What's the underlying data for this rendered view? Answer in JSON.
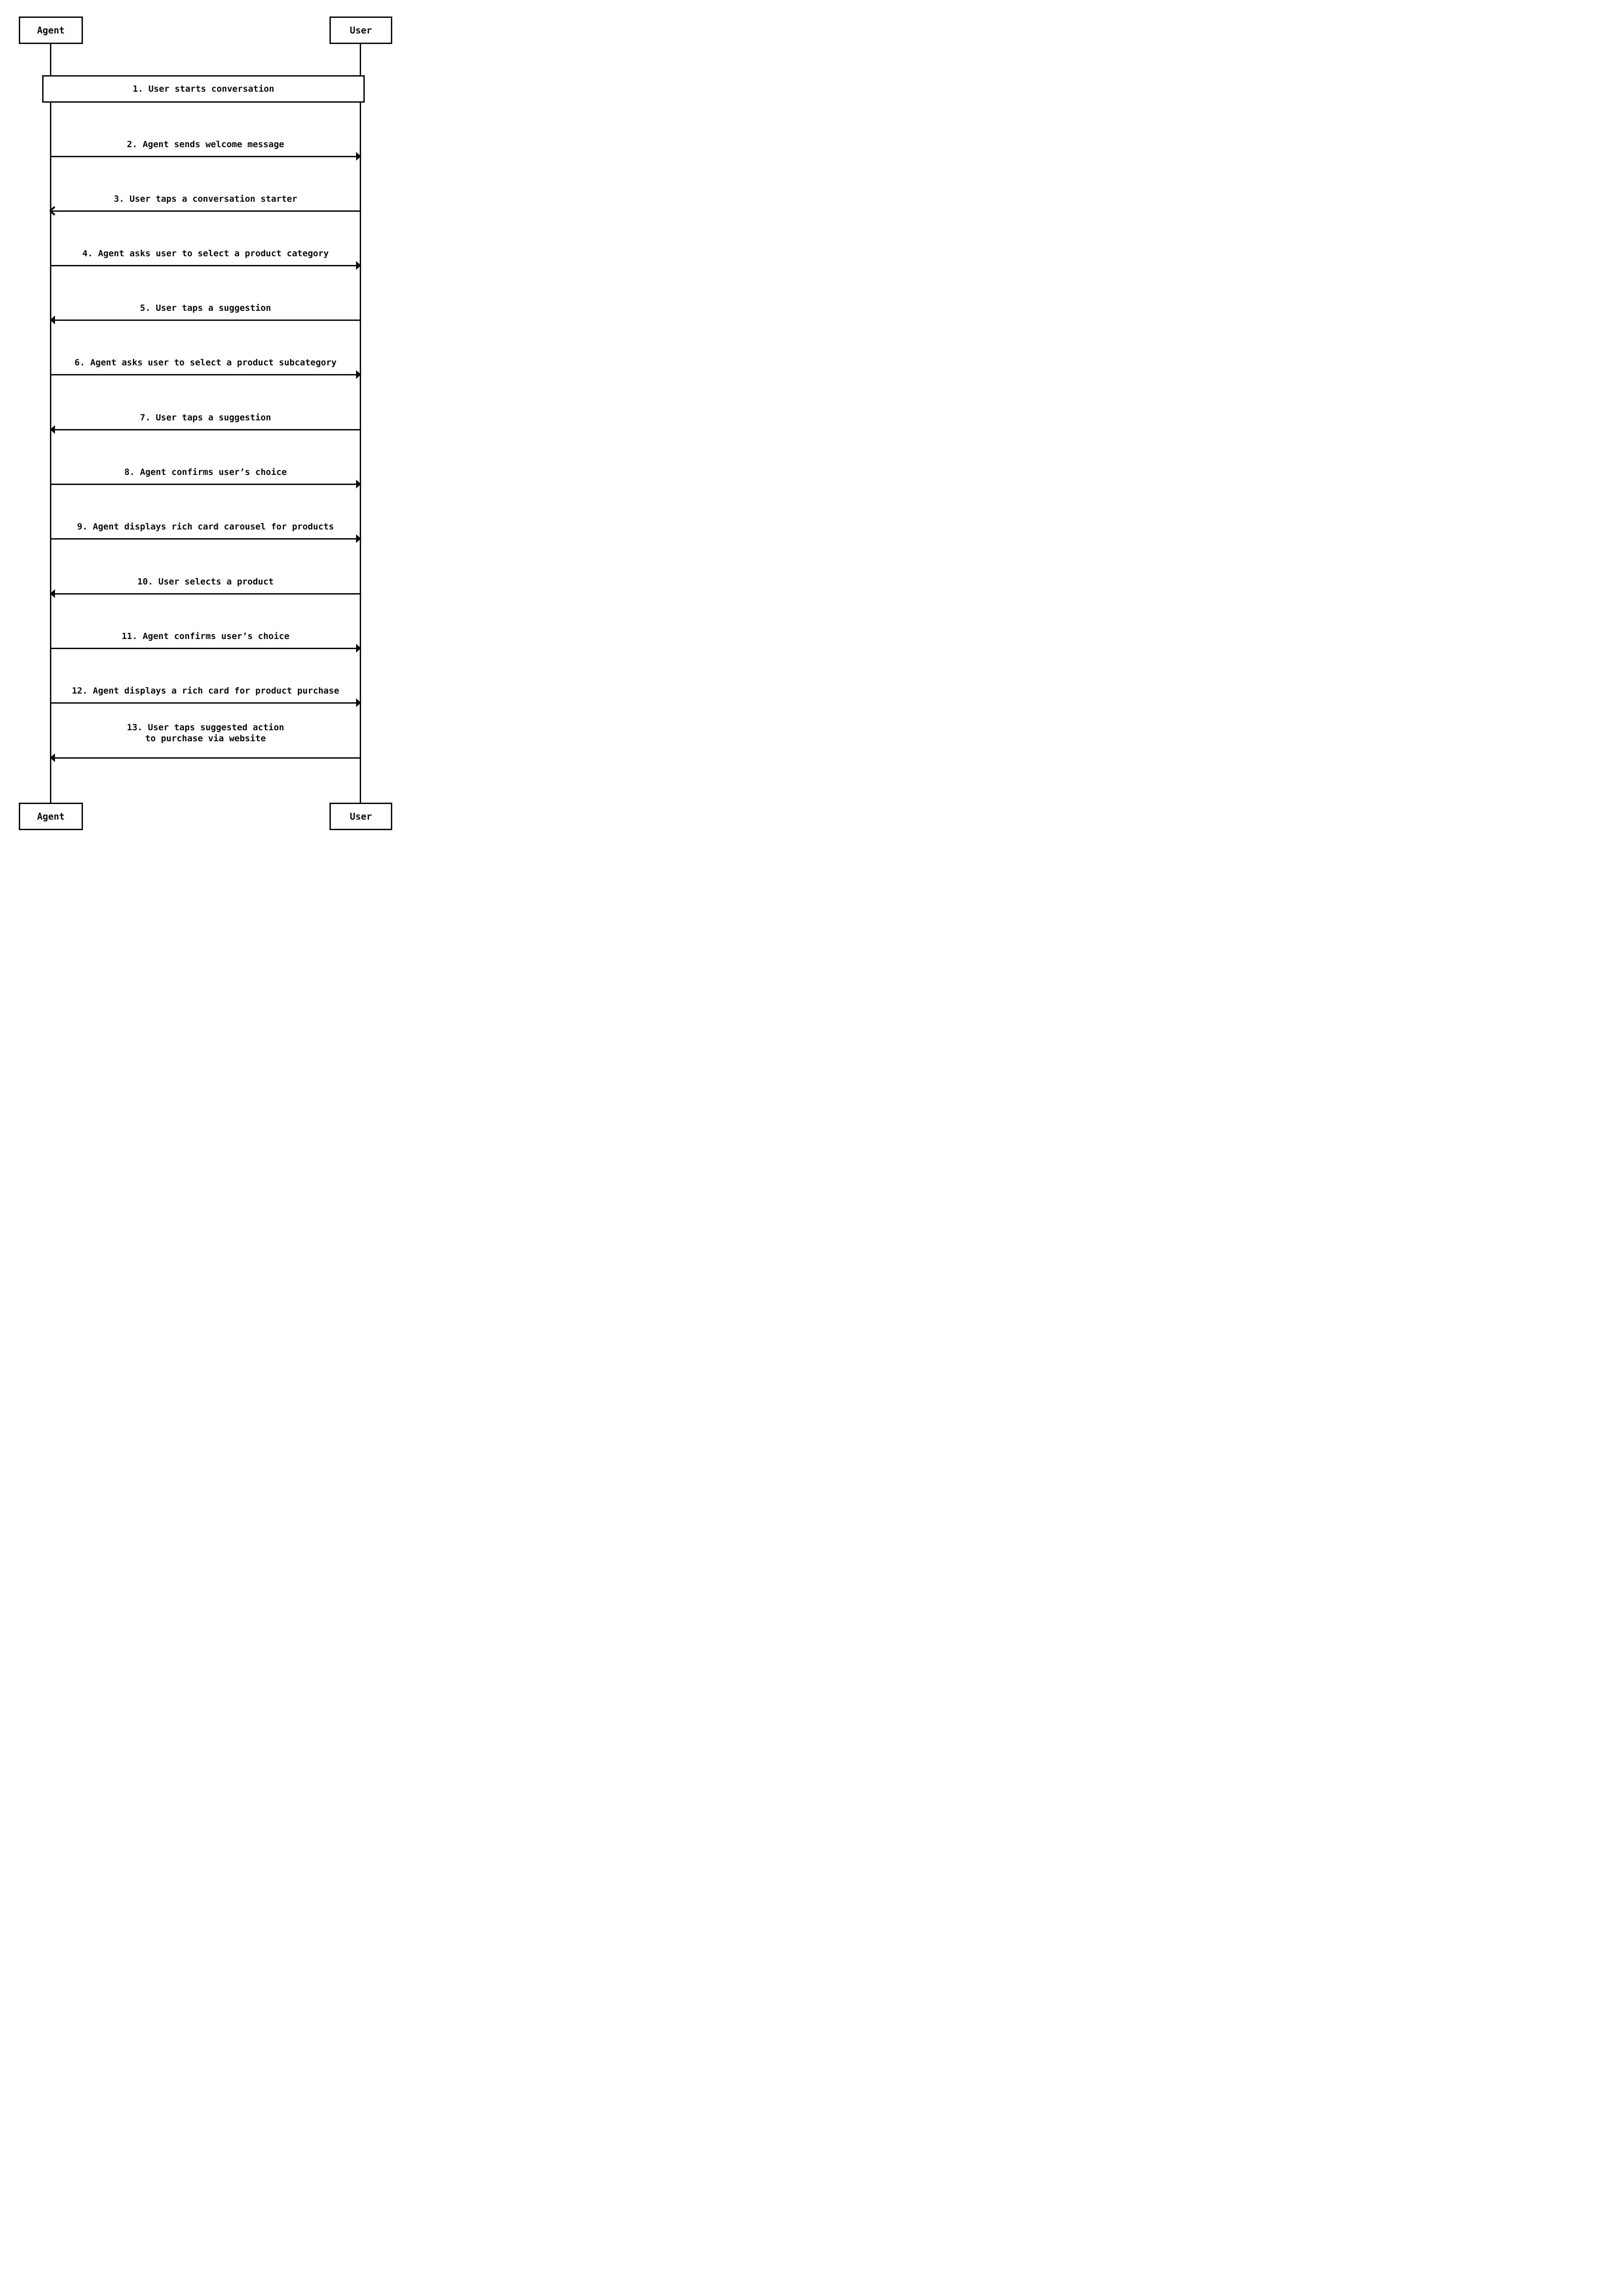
{
  "diagram": {
    "type": "sequence",
    "colors": {
      "stroke": "#0b0b0b",
      "background": "#ffffff"
    },
    "actors": [
      {
        "id": "agent",
        "label": "Agent"
      },
      {
        "id": "user",
        "label": "User"
      }
    ],
    "banner": {
      "text": "1. User starts conversation"
    },
    "messages": [
      {
        "num": "2",
        "text": "2. Agent sends welcome message",
        "from": "Agent",
        "to": "User",
        "direction": "right",
        "arrowhead": "filled"
      },
      {
        "num": "3",
        "text": "3. User taps a conversation starter",
        "from": "User",
        "to": "Agent",
        "direction": "left",
        "arrowhead": "open"
      },
      {
        "num": "4",
        "text": "4. Agent asks user to select a product category",
        "from": "Agent",
        "to": "User",
        "direction": "right",
        "arrowhead": "filled"
      },
      {
        "num": "5",
        "text": "5. User taps a suggestion",
        "from": "User",
        "to": "Agent",
        "direction": "left",
        "arrowhead": "filled"
      },
      {
        "num": "6",
        "text": "6. Agent asks user to select a product subcategory",
        "from": "Agent",
        "to": "User",
        "direction": "right",
        "arrowhead": "filled"
      },
      {
        "num": "7",
        "text": "7. User taps a suggestion",
        "from": "User",
        "to": "Agent",
        "direction": "left",
        "arrowhead": "filled"
      },
      {
        "num": "8",
        "text": "8. Agent confirms user’s choice",
        "from": "Agent",
        "to": "User",
        "direction": "right",
        "arrowhead": "filled"
      },
      {
        "num": "9",
        "text": "9. Agent displays rich card carousel for products",
        "from": "Agent",
        "to": "User",
        "direction": "right",
        "arrowhead": "filled"
      },
      {
        "num": "10",
        "text": "10. User selects a product",
        "from": "User",
        "to": "Agent",
        "direction": "left",
        "arrowhead": "filled"
      },
      {
        "num": "11",
        "text": "11. Agent confirms user’s choice",
        "from": "Agent",
        "to": "User",
        "direction": "right",
        "arrowhead": "filled"
      },
      {
        "num": "12",
        "text": "12. Agent displays a rich card for product purchase",
        "from": "Agent",
        "to": "User",
        "direction": "right",
        "arrowhead": "filled"
      },
      {
        "num": "13",
        "text": "13. User taps suggested action",
        "text_line2": "to purchase via website",
        "from": "User",
        "to": "Agent",
        "direction": "left",
        "arrowhead": "filled"
      }
    ]
  }
}
